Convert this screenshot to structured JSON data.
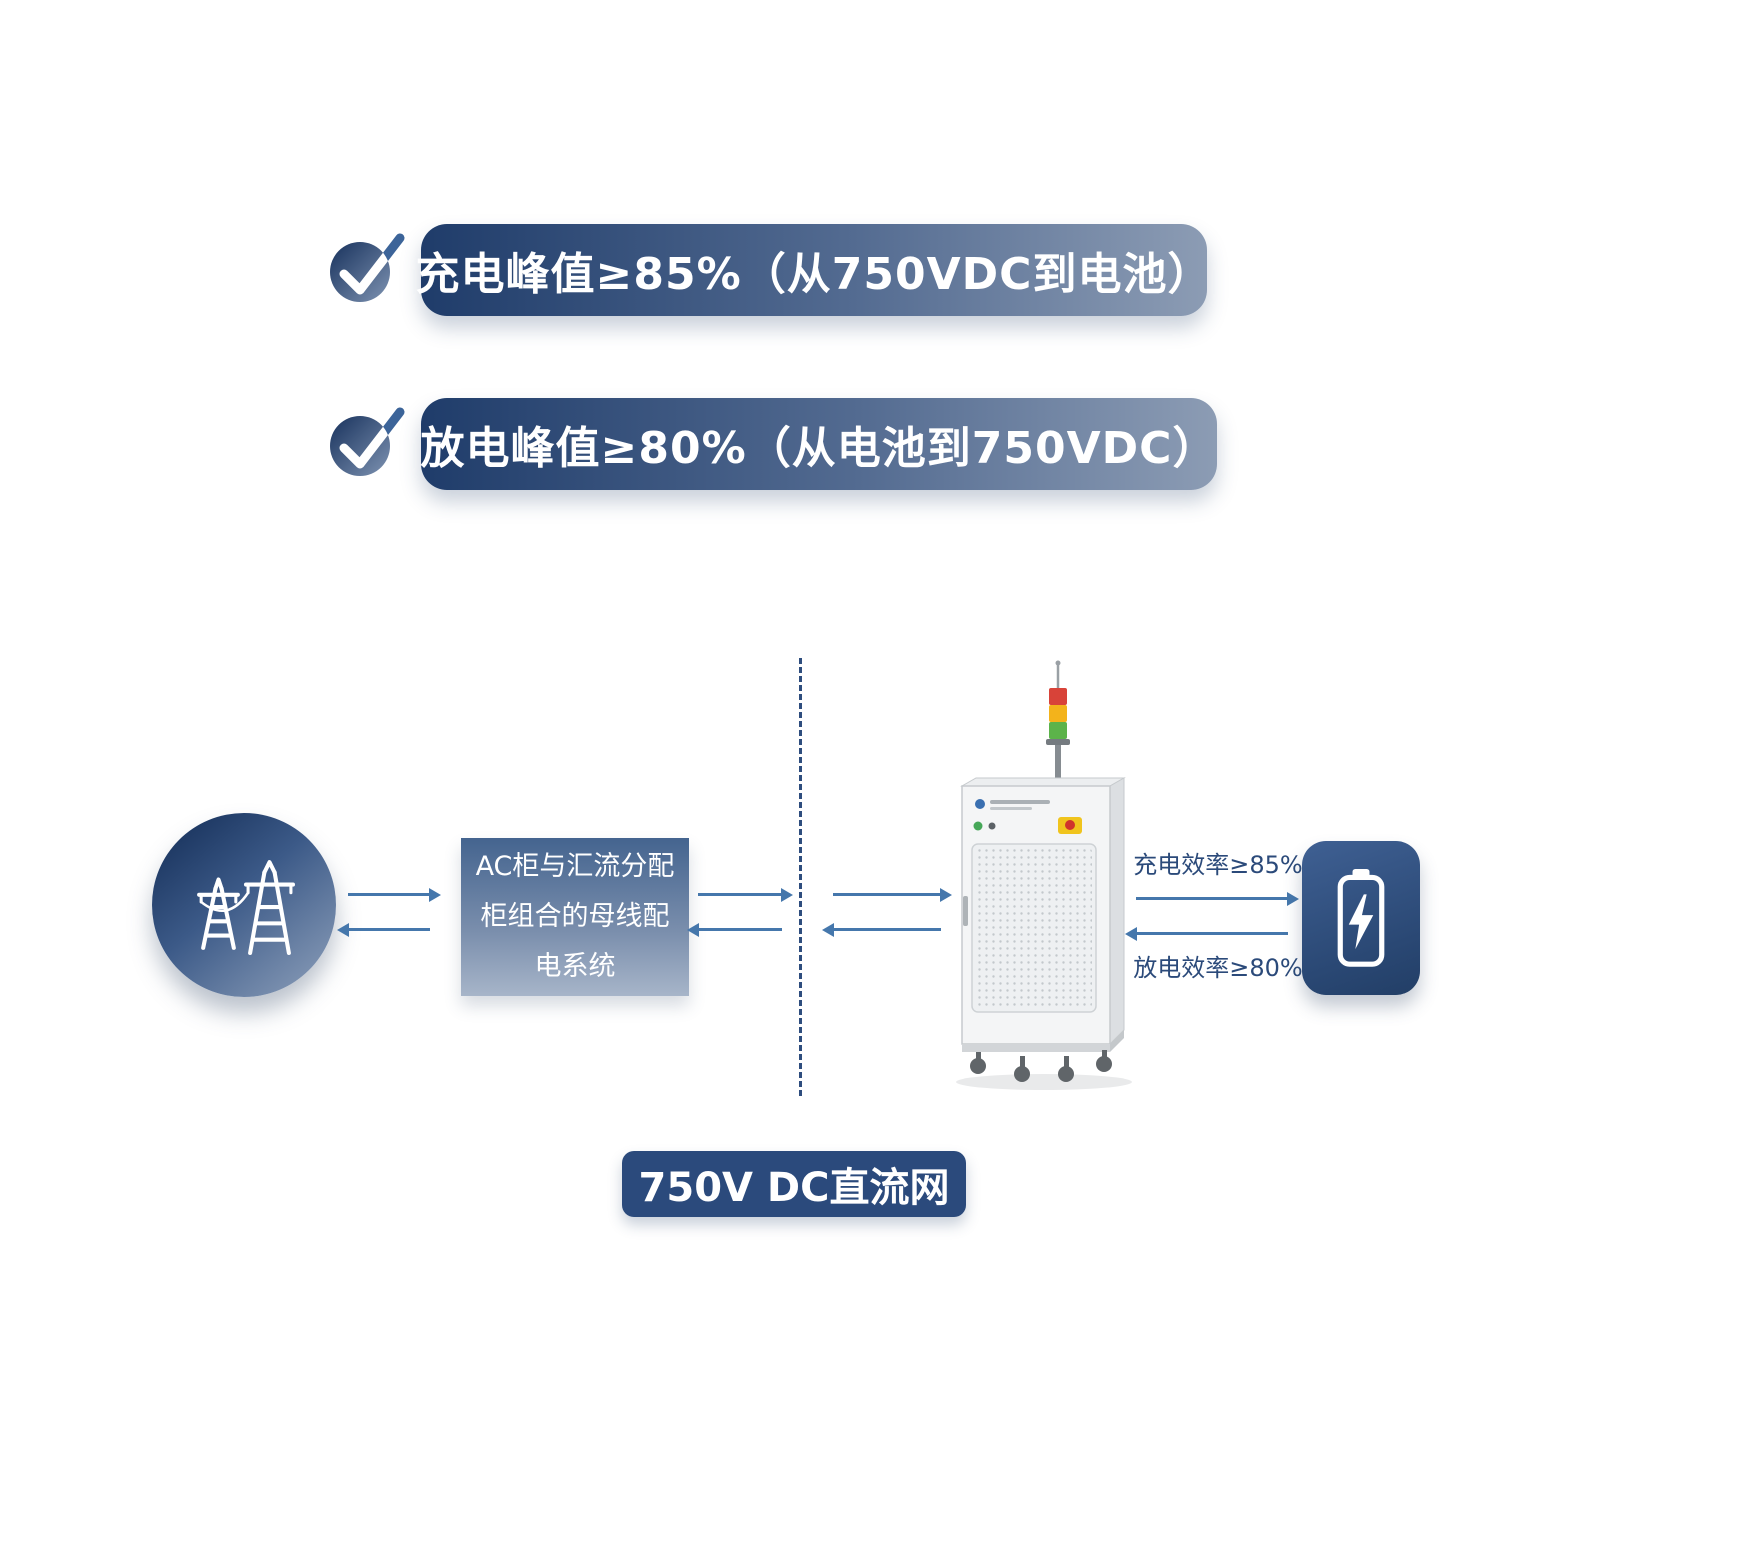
{
  "checklist": [
    {
      "label": "充电峰值≥85%（从750VDC到电池）"
    },
    {
      "label": "放电峰值≥80%（从电池到750VDC）"
    }
  ],
  "flow": {
    "distribution_label": "AC柜与汇流分配柜组合的母线配电系统",
    "charge_efficiency_label": "充电效率≥85%",
    "discharge_efficiency_label": "放电效率≥80%",
    "network_label": "750V DC直流网"
  },
  "icons": {
    "check": "check-in-circle",
    "grid": "transmission-tower",
    "cabinet": "battery-test-cabinet-with-stack-light",
    "battery": "battery-with-lightning-bolt",
    "stack_light_colors": [
      "#d84339",
      "#f3b31b",
      "#5cb34a"
    ]
  },
  "colors": {
    "navy": "#1f3c6a",
    "banner_gradient_end": "#8c9cb4",
    "arrow": "#4577ac",
    "label_text": "#2b4a7a",
    "bottom_badge": "#2b4a7c"
  }
}
